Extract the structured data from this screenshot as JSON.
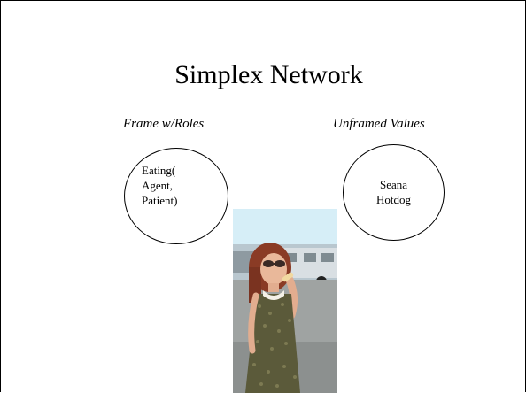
{
  "slide": {
    "title": "Simplex Network",
    "left": {
      "heading": "Frame w/Roles",
      "lines": [
        "Eating(",
        "Agent,",
        "Patient)"
      ]
    },
    "right": {
      "heading": "Unframed Values",
      "lines": [
        "Seana",
        "Hotdog"
      ]
    }
  },
  "colors": {
    "background": "#ffffff",
    "text": "#000000",
    "photo_sky": "#cfe9f4",
    "dress": "#5b5a3a",
    "hair": "#8a3b25"
  },
  "icons": [
    "photo-woman-eating-hotdog"
  ]
}
